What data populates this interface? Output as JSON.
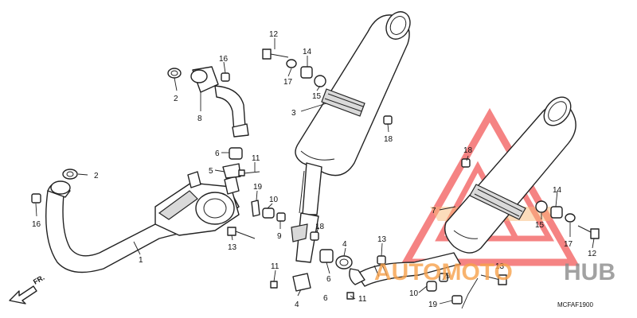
{
  "diagram": {
    "code": "MCFAF1900",
    "direction_label": "FR.",
    "callouts": [
      {
        "id": "c12a",
        "text": "12"
      },
      {
        "id": "c14a",
        "text": "14"
      },
      {
        "id": "c17a",
        "text": "17"
      },
      {
        "id": "c15a",
        "text": "15"
      },
      {
        "id": "c3",
        "text": "3"
      },
      {
        "id": "c18a",
        "text": "18"
      },
      {
        "id": "c16a",
        "text": "16"
      },
      {
        "id": "c2a",
        "text": "2"
      },
      {
        "id": "c8",
        "text": "8"
      },
      {
        "id": "c6a",
        "text": "6"
      },
      {
        "id": "c11a",
        "text": "11"
      },
      {
        "id": "c5",
        "text": "5"
      },
      {
        "id": "c2b",
        "text": "2"
      },
      {
        "id": "c19a",
        "text": "19"
      },
      {
        "id": "c10a",
        "text": "10"
      },
      {
        "id": "c9a",
        "text": "9"
      },
      {
        "id": "c18b",
        "text": "18"
      },
      {
        "id": "c16b",
        "text": "16"
      },
      {
        "id": "c13a",
        "text": "13"
      },
      {
        "id": "c1",
        "text": "1"
      },
      {
        "id": "c11b",
        "text": "11"
      },
      {
        "id": "c4a",
        "text": "4"
      },
      {
        "id": "c4b",
        "text": "4"
      },
      {
        "id": "c6b",
        "text": "6"
      },
      {
        "id": "c6c",
        "text": "6"
      },
      {
        "id": "c11c",
        "text": "11"
      },
      {
        "id": "c13b",
        "text": "13"
      },
      {
        "id": "c9b",
        "text": "9"
      },
      {
        "id": "c10b",
        "text": "10"
      },
      {
        "id": "c19b",
        "text": "19"
      },
      {
        "id": "c13c",
        "text": "13"
      },
      {
        "id": "c18c",
        "text": "18"
      },
      {
        "id": "c7",
        "text": "7"
      },
      {
        "id": "c14b",
        "text": "14"
      },
      {
        "id": "c15b",
        "text": "15"
      },
      {
        "id": "c17b",
        "text": "17"
      },
      {
        "id": "c12b",
        "text": "12"
      }
    ]
  },
  "watermark": {
    "part1": "AUTOMOTO",
    "part2": "HUB",
    "color_red": "#f25a5a",
    "color_orange": "#f7a14a",
    "color_gray": "#8c8c8c"
  }
}
